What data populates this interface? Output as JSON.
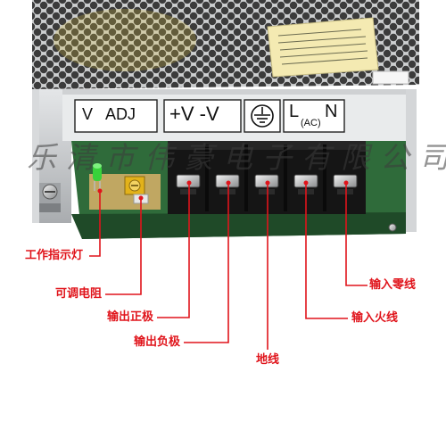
{
  "terminal_block": {
    "v_adj": "V   ADJ",
    "plus_minus_v": "+V -V",
    "l": "L",
    "ac": "(AC)",
    "n": "N"
  },
  "watermark": "乐清市伟豪电子有限公司",
  "callouts": {
    "indicator_light": "工作指示灯",
    "adjust_resistor": "可调电阻",
    "output_positive": "输出正极",
    "output_negative": "输出负极",
    "ground": "地线",
    "neutral_input": "输入零线",
    "live_input": "输入火线"
  },
  "colors": {
    "callout_red": "#e0141b",
    "case_silver": "#c8cacc",
    "terminal_black": "#151515",
    "pcb_green": "#2f6b3a",
    "led_green": "#38d23a",
    "pot_yellow": "#e3b21a"
  }
}
